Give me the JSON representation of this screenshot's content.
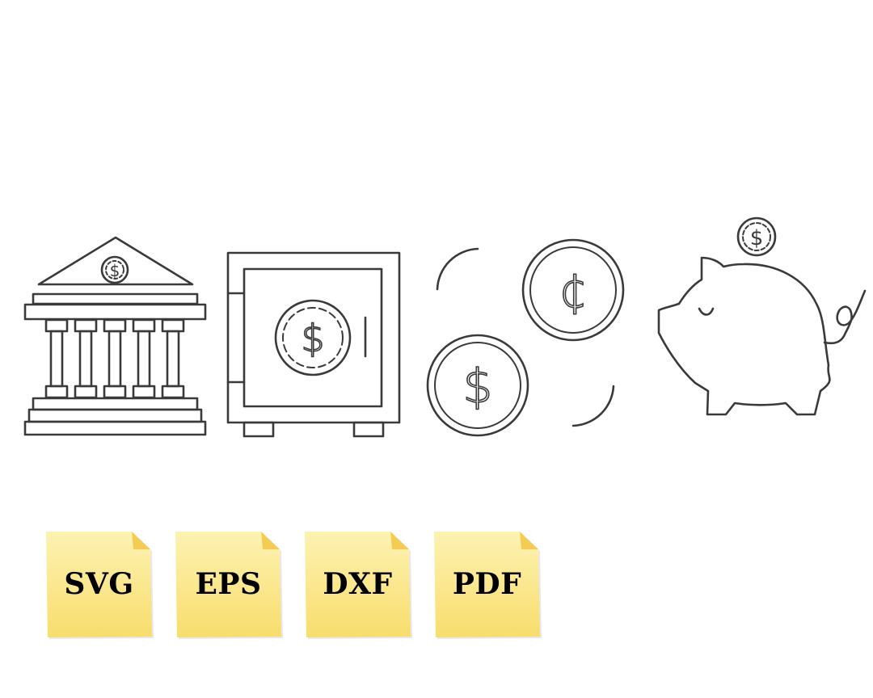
{
  "icons": [
    {
      "name": "bank"
    },
    {
      "name": "safe"
    },
    {
      "name": "coins-exchange"
    },
    {
      "name": "piggy-bank"
    }
  ],
  "symbols": {
    "dollar": "$",
    "cent": "¢"
  },
  "formats": [
    {
      "label": "SVG"
    },
    {
      "label": "EPS"
    },
    {
      "label": "DXF"
    },
    {
      "label": "PDF"
    }
  ],
  "colors": {
    "line": "#3a3a3a",
    "note_top": "#fdf1b0",
    "note_bottom": "#f9de6e",
    "note_fold": "#f4cd5a"
  }
}
